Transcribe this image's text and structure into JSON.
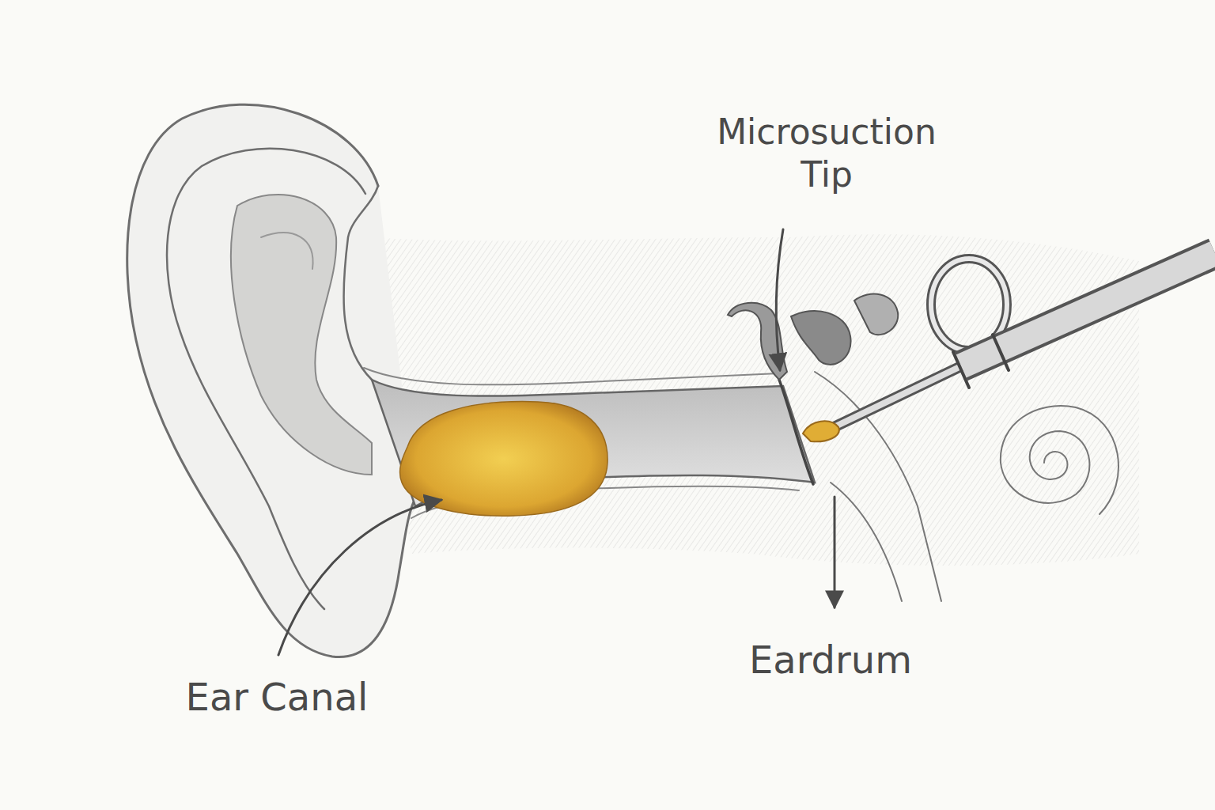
{
  "diagram": {
    "labels": [
      "Microsuction Tip",
      "Ear Canal",
      "Eardrum"
    ]
  }
}
